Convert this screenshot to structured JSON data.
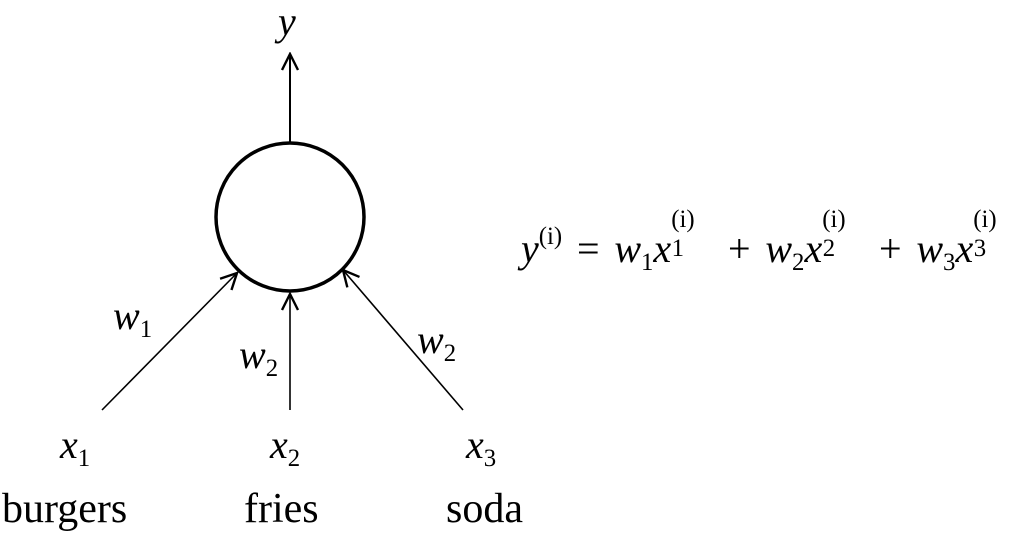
{
  "output": {
    "var": "y"
  },
  "inputs": [
    {
      "var": "x",
      "sub": "1",
      "label": "burgers",
      "weight_var": "w",
      "weight_sub": "1"
    },
    {
      "var": "x",
      "sub": "2",
      "label": "fries",
      "weight_var": "w",
      "weight_sub": "2"
    },
    {
      "var": "x",
      "sub": "3",
      "label": "soda",
      "weight_var": "w",
      "weight_sub": "2"
    }
  ],
  "equation": {
    "lhs_var": "y",
    "sup": "(i)",
    "equals": "=",
    "plus": "+",
    "terms": [
      {
        "w": "w",
        "w_sub": "1",
        "x": "x",
        "x_sub": "1",
        "x_sup": "(i)"
      },
      {
        "w": "w",
        "w_sub": "2",
        "x": "x",
        "x_sub": "2",
        "x_sup": "(i)"
      },
      {
        "w": "w",
        "w_sub": "3",
        "x": "x",
        "x_sub": "3",
        "x_sup": "(i)"
      }
    ]
  }
}
